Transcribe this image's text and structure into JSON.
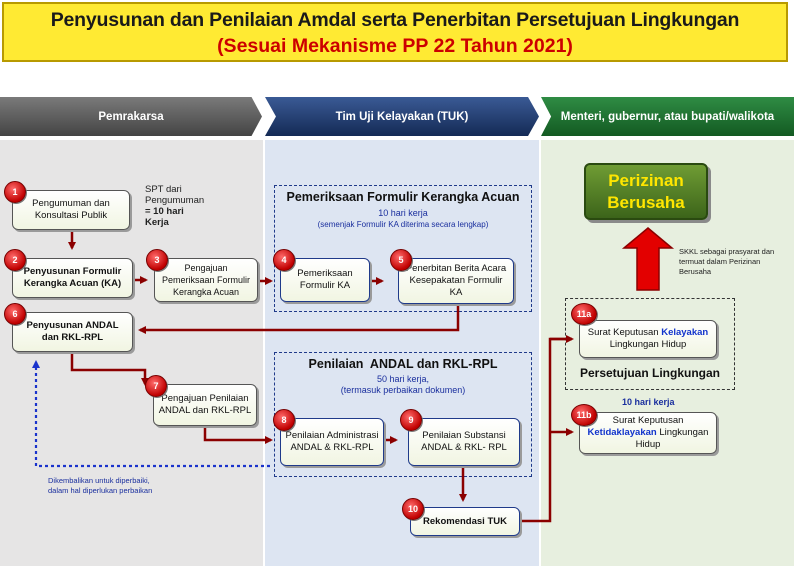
{
  "title": {
    "line1": "Penyusunan dan Penilaian Amdal serta Penerbitan Persetujuan Lingkungan",
    "line2": "(Sesuai Mekanisme PP 22 Tahun 2021)"
  },
  "columns": {
    "pemrakarsa": "Pemrakarsa",
    "tuk": "Tim Uji Kelayakan (TUK)",
    "menteri": "Menteri, gubernur, atau bupati/walikota"
  },
  "colors": {
    "pemrakarsa_header": "#5a5a5a",
    "tuk_header": "#1f3866",
    "menteri_header": "#1b6b2e",
    "arrow": "#8b0000",
    "badge": "#c00000",
    "perizinan": "#4f7b1e"
  },
  "steps": {
    "s1": {
      "num": "1",
      "text": "Pengumuman dan Konsultasi Publik"
    },
    "s2": {
      "num": "2",
      "text": "Penyusunan Formulir Kerangka Acuan (KA)"
    },
    "s3": {
      "num": "3",
      "text": "Pengajuan Pemeriksaan Formulir Kerangka Acuan"
    },
    "s4": {
      "num": "4",
      "text": "Pemeriksaan Formulir KA"
    },
    "s5": {
      "num": "5",
      "text": "Penerbitan Berita Acara Kesepakatan Formulir KA"
    },
    "s6": {
      "num": "6",
      "text": "Penyusunan ANDAL dan RKL-RPL"
    },
    "s7": {
      "num": "7",
      "text": "Pengajuan Penilaian ANDAL dan RKL-RPL"
    },
    "s8": {
      "num": "8",
      "text": "Penilaian Administrasi ANDAL & RKL-RPL"
    },
    "s9": {
      "num": "9",
      "text": "Penilaian Substansi ANDAL & RKL- RPL"
    },
    "s10": {
      "num": "10",
      "text": "Rekomendasi TUK"
    },
    "s11a": {
      "num": "11a",
      "pre": "Surat Keputusan ",
      "hl": "Kelayakan",
      "post": " Lingkungan Hidup"
    },
    "s11b": {
      "num": "11b",
      "pre": "Surat Keputusan ",
      "hl": "Ketidaklayakan",
      "post": " Lingkungan Hidup"
    }
  },
  "notes": {
    "spt1": "SPT dari",
    "spt2": "Pengumuman",
    "spt3": "= 10 hari",
    "spt4": "Kerja",
    "skkl": "SKKL sebagai prasyarat dan termuat dalam Perizinan Berusaha",
    "kembali": "Dikembalikan untuk diperbaiki, dalam hal diperlukan perbaikan",
    "ten_days": "10 hari kerja"
  },
  "groups": {
    "ka_title": "Pemeriksaan Formulir Kerangka Acuan",
    "ka_days": "10 hari kerja",
    "ka_note": "(semenjak Formulir KA diterima secara lengkap)",
    "andal_title": "Penilaian  ANDAL dan RKL-RPL",
    "andal_days": "50 hari kerja,",
    "andal_note": "(termasuk perbaikan dokumen)",
    "persetujuan": "Persetujuan Lingkungan"
  },
  "perizinan": {
    "line1": "Perizinan",
    "line2": "Berusaha"
  }
}
